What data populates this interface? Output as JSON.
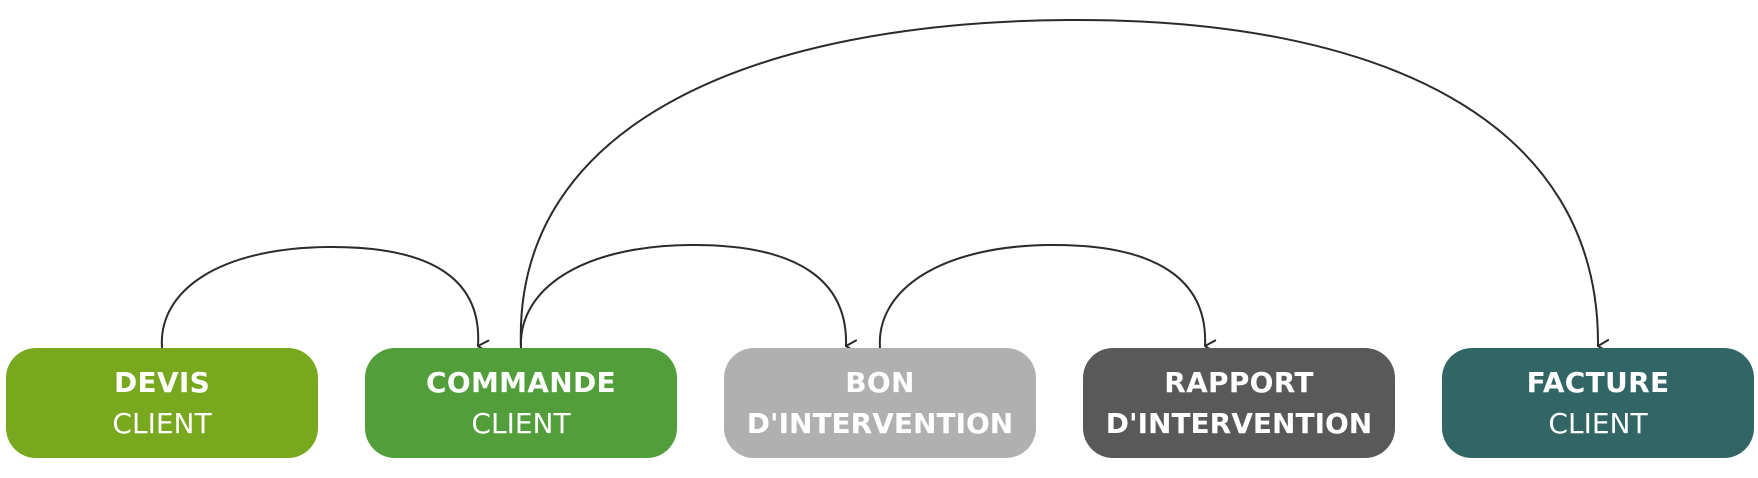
{
  "nodes": [
    {
      "id": "devis",
      "line1": "DEVIS",
      "line2": "CLIENT",
      "line2_bold": false,
      "color": "#77a81e"
    },
    {
      "id": "commande",
      "line1": "COMMANDE",
      "line2": "CLIENT",
      "line2_bold": false,
      "color": "#519e3a"
    },
    {
      "id": "bon",
      "line1": "BON",
      "line2": "D'INTERVENTION",
      "line2_bold": true,
      "color": "#b0b0b0"
    },
    {
      "id": "rapport",
      "line1": "RAPPORT",
      "line2": "D'INTERVENTION",
      "line2_bold": true,
      "color": "#595959"
    },
    {
      "id": "facture",
      "line1": "FACTURE",
      "line2": "CLIENT",
      "line2_bold": false,
      "color": "#326666"
    }
  ],
  "edges": [
    {
      "from": "devis",
      "to": "commande"
    },
    {
      "from": "commande",
      "to": "bon"
    },
    {
      "from": "bon",
      "to": "rapport"
    },
    {
      "from": "commande",
      "to": "facture"
    }
  ],
  "colors": {
    "connector": "#2b2b2b",
    "background": "#ffffff"
  }
}
